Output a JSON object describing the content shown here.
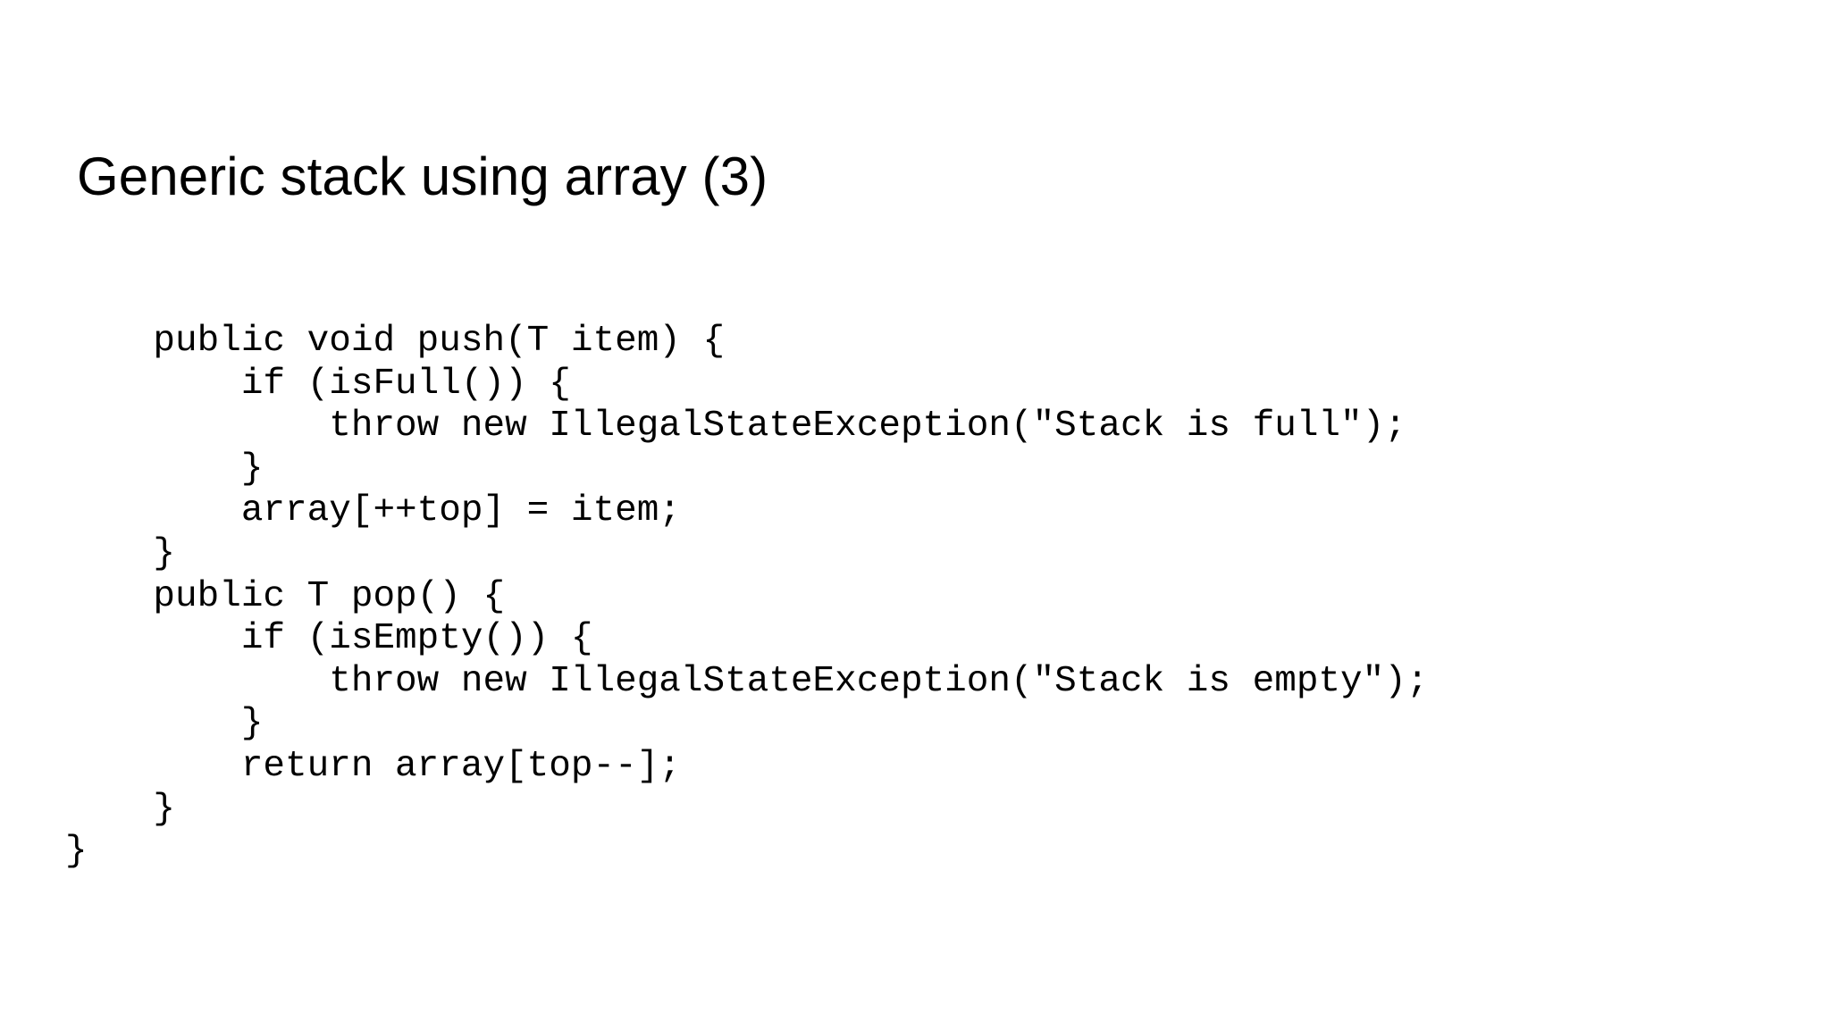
{
  "slide": {
    "title": "Generic stack using array (3)",
    "background_color": "#ffffff",
    "text_color": "#000000"
  },
  "code": {
    "language": "java",
    "indent_unit": "    ",
    "lines": [
      {
        "indent": 1,
        "text": "public void push(T item) {"
      },
      {
        "indent": 2,
        "text": "if (isFull()) {"
      },
      {
        "indent": 3,
        "text": "throw new IllegalStateException(\"Stack is full\");"
      },
      {
        "indent": 2,
        "text": "}"
      },
      {
        "indent": 2,
        "text": "array[++top] = item;"
      },
      {
        "indent": 1,
        "text": "}"
      },
      {
        "indent": 1,
        "text": "public T pop() {"
      },
      {
        "indent": 2,
        "text": "if (isEmpty()) {"
      },
      {
        "indent": 3,
        "text": "throw new IllegalStateException(\"Stack is empty\");"
      },
      {
        "indent": 2,
        "text": "}"
      },
      {
        "indent": 2,
        "text": "return array[top--];"
      },
      {
        "indent": 1,
        "text": "}"
      },
      {
        "indent": 0,
        "text": "}"
      }
    ],
    "full_text": "    public void push(T item) {\n        if (isFull()) {\n            throw new IllegalStateException(\"Stack is full\");\n        }\n        array[++top] = item;\n    }\n    public T pop() {\n        if (isEmpty()) {\n            throw new IllegalStateException(\"Stack is empty\");\n        }\n        return array[top--];\n    }\n}"
  }
}
